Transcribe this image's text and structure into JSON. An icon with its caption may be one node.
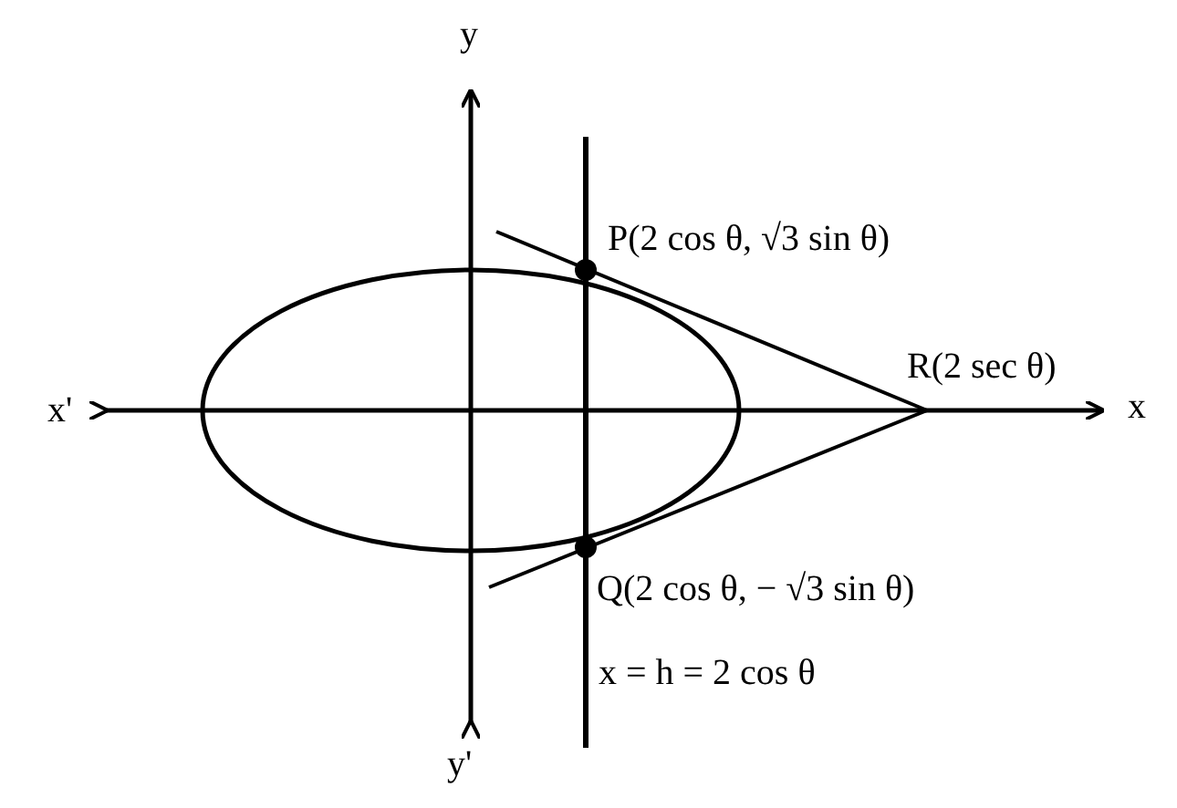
{
  "diagram": {
    "labels": [
      "y",
      "P(2 cos θ, √3 sin θ)",
      "R(2 sec θ)",
      "x'",
      "x",
      "Q(2 cos θ, − √3 sin θ)",
      "x = h = 2 cos θ",
      "y'"
    ]
  }
}
